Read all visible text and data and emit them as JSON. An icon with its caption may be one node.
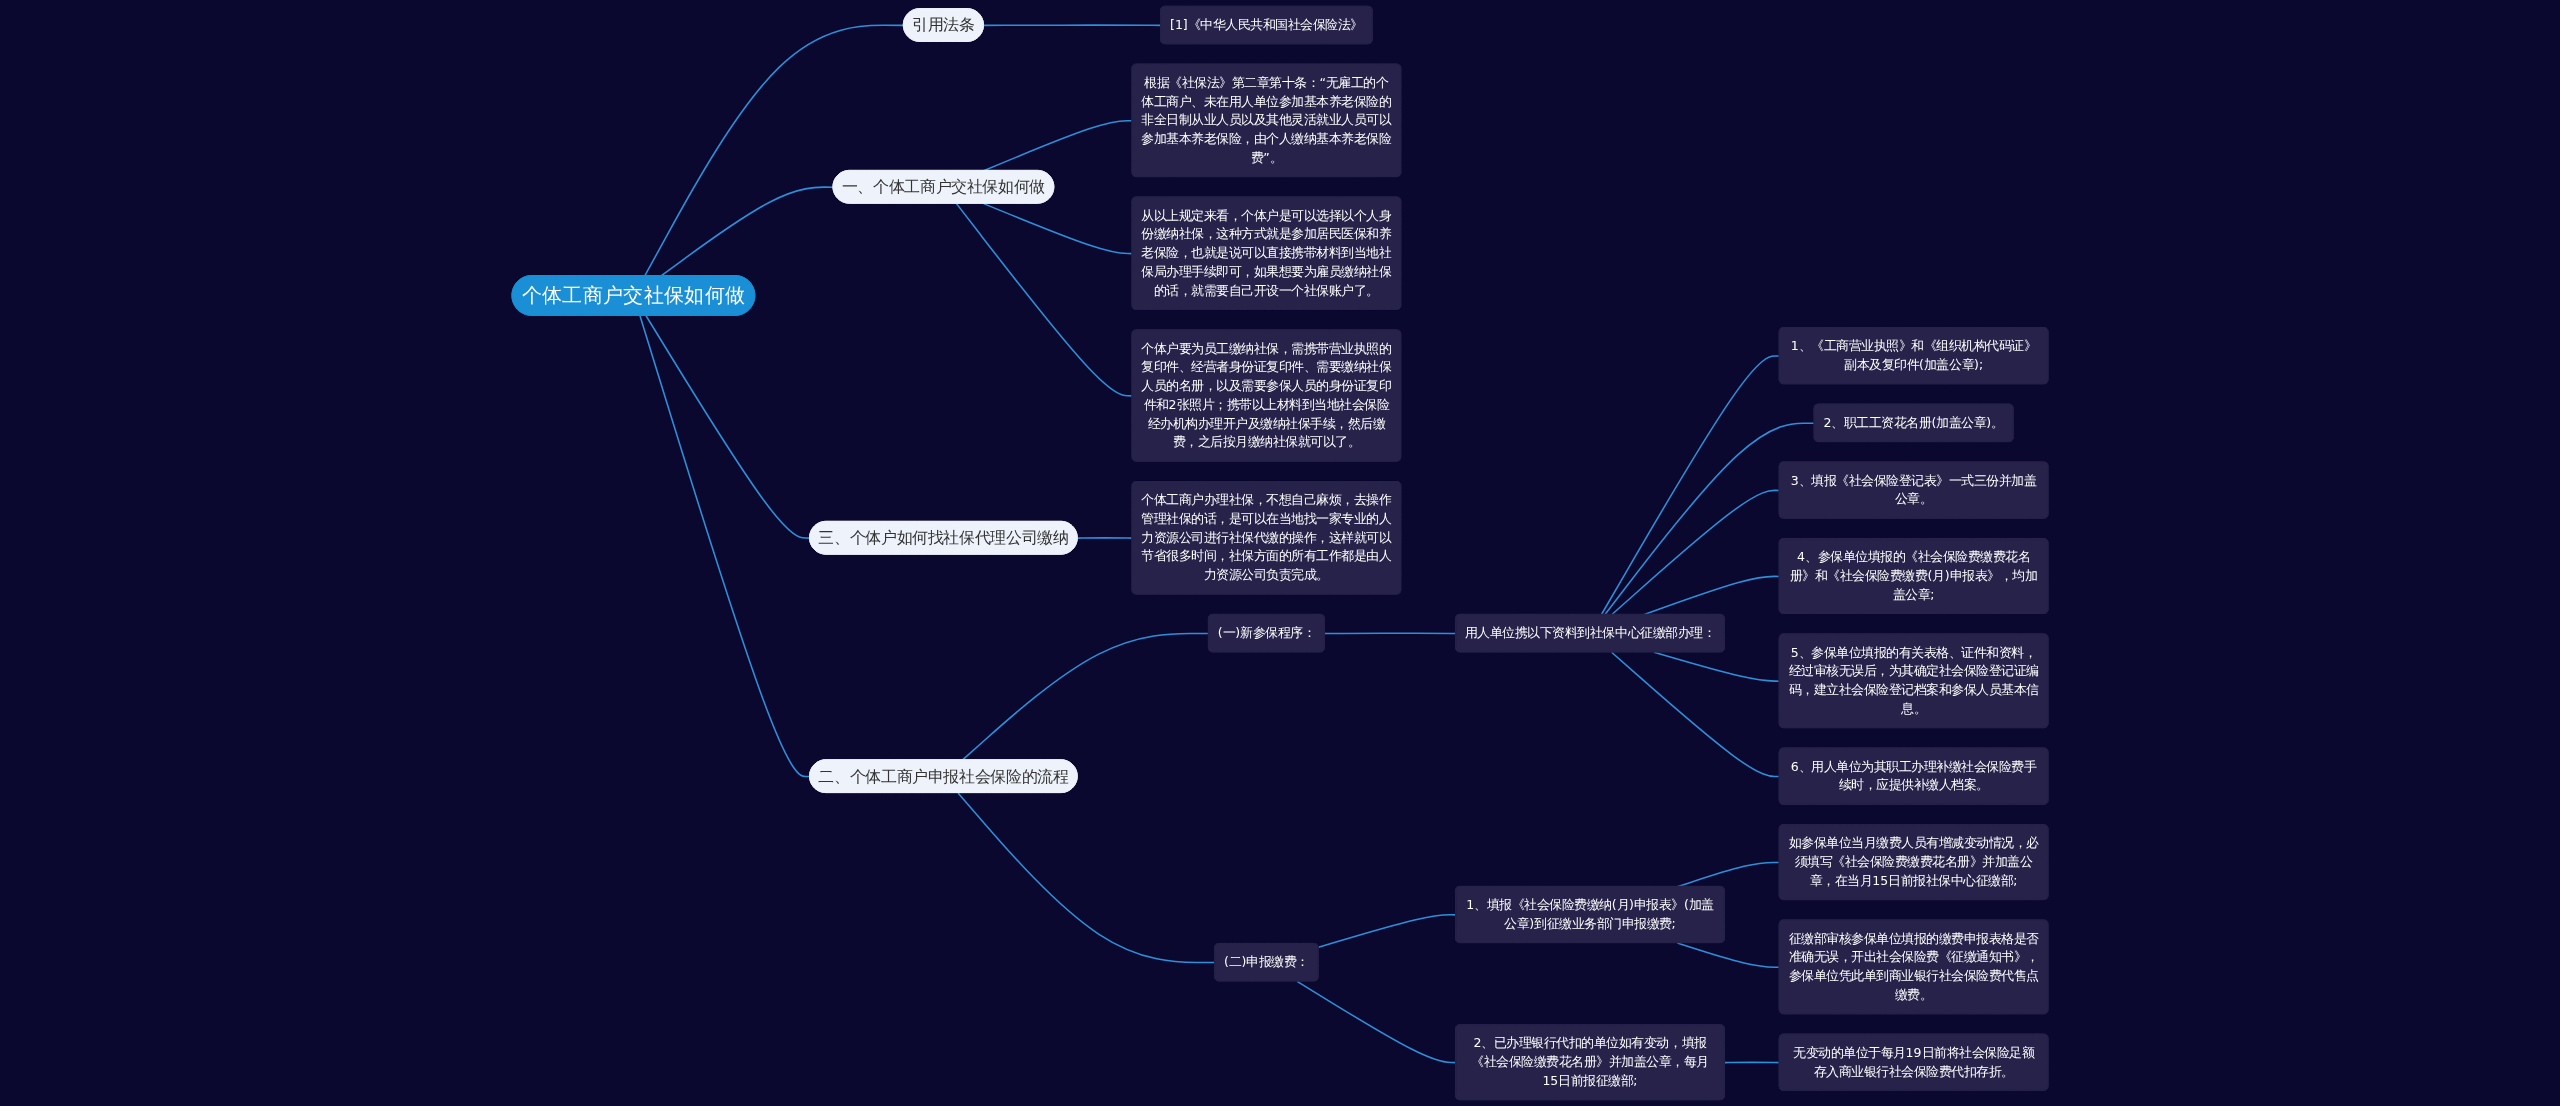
{
  "diagram": {
    "nodes": [
      {
        "text": [
          "个体工商户交社保如何做"
        ]
      },
      {
        "text": [
          "二、个体工商户申报社会保险的流程"
        ]
      },
      {
        "text": [
          "(一)新参保程序："
        ]
      },
      {
        "text": [
          "用人单位携以下资料到社保中心征缴部办理："
        ]
      },
      {
        "text": [
          "1、《工商营业执照》和《组织机构代码证》副本及复印件(加盖公章);"
        ]
      },
      {
        "text": [
          "2、职工工资花名册(加盖公章)。"
        ]
      },
      {
        "text": [
          "3、填报《社会保险登记表》一式三份并加盖公章。"
        ]
      },
      {
        "text": [
          "4、参保单位填报的《社会保险费缴费花名册》和《社会保险费缴费(月)申报表》，均加盖公章;"
        ]
      },
      {
        "text": [
          "5、参保单位填报的有关表格、证件和资料，经过审核无误后，为其确定社会保险登记证编码，建立社会保险登记档案和参保人员基本信息。"
        ]
      },
      {
        "text": [
          "6、用人单位为其职工办理补缴社会保险费手续时，应提供补缴人档案。"
        ]
      },
      {
        "text": [
          "(二)申报缴费："
        ]
      },
      {
        "text": [
          "1、填报《社会保险费缴纳(月)申报表》(加盖公章)到征缴业务部门申报缴费;"
        ]
      },
      {
        "text": [
          "如参保单位当月缴费人员有增减变动情况，必须填写《社会保险费缴费花名册》并加盖公章，在当月15日前报社保中心征缴部;"
        ]
      },
      {
        "text": [
          "征缴部审核参保单位填报的缴费申报表格是否准确无误，开出社会保险费《征缴通知书》，参保单位凭此单到商业银行社会保险费代售点缴费。"
        ]
      },
      {
        "text": [
          "2、已办理银行代扣的单位如有变动，填报《社会保险缴费花名册》并加盖公章，每月15日前报征缴部;"
        ]
      },
      {
        "text": [
          "无变动的单位于每月19日前将社会保险足额存入商业银行社会保险费代扣存折。"
        ]
      },
      {
        "text": [
          "引用法条"
        ]
      },
      {
        "text": [
          "[1]《中华人民共和国社会保险法》"
        ]
      },
      {
        "text": [
          "一、个体工商户交社保如何做"
        ]
      },
      {
        "text": [
          "根据《社保法》第二章第十条：“无雇工的个体工商户、未在用人单位参加基本养老保险的非全日制从业人员以及其他灵活就业人员可以参加基本养老保险，由个人缴纳基本养老保险费”。"
        ]
      },
      {
        "text": [
          "从以上规定来看，个体户是可以选择以个人身份缴纳社保，这种方式就是参加居民医保和养老保险，也就是说可以直接携带材料到当地社保局办理手续即可，如果想要为雇员缴纳社保的话，就需要自己开设一个社保账户了。"
        ]
      },
      {
        "text": [
          "个体户要为员工缴纳社保，需携带营业执照的复印件、经营者身份证复印件、需要缴纳社保人员的名册，以及需要参保人员的身份证复印件和2张照片；携带以上材料到当地社会保险经办机构办理开户及缴纳社保手续，然后缴费，之后按月缴纳社保就可以了。"
        ]
      },
      {
        "text": [
          "三、个体户如何找社保代理公司缴纳"
        ]
      },
      {
        "text": [
          "个体工商户办理社保，不想自己麻烦，去操作管理社保的话，是可以在当地找一家专业的人力资源公司进行社保代缴的操作，这样就可以节省很多时间，社保方面的所有工作都是由人力资源公司负责完成。"
        ]
      }
    ],
    "edges": [
      {
        "from": 0,
        "to": 1,
        "arrow": "none"
      },
      {
        "from": 1,
        "to": 2,
        "arrow": "none"
      },
      {
        "from": 2,
        "to": 3,
        "arrow": "none"
      },
      {
        "from": 3,
        "to": 4,
        "arrow": "none"
      },
      {
        "from": 3,
        "to": 5,
        "arrow": "none"
      },
      {
        "from": 3,
        "to": 6,
        "arrow": "none"
      },
      {
        "from": 3,
        "to": 7,
        "arrow": "none"
      },
      {
        "from": 3,
        "to": 8,
        "arrow": "none"
      },
      {
        "from": 3,
        "to": 9,
        "arrow": "none"
      },
      {
        "from": 1,
        "to": 10,
        "arrow": "none"
      },
      {
        "from": 10,
        "to": 11,
        "arrow": "none"
      },
      {
        "from": 11,
        "to": 12,
        "arrow": "none"
      },
      {
        "from": 11,
        "to": 13,
        "arrow": "none"
      },
      {
        "from": 10,
        "to": 14,
        "arrow": "none"
      },
      {
        "from": 14,
        "to": 15,
        "arrow": "none"
      },
      {
        "from": 0,
        "to": 16,
        "arrow": "none"
      },
      {
        "from": 16,
        "to": 17,
        "arrow": "none"
      },
      {
        "from": 0,
        "to": 18,
        "arrow": "none"
      },
      {
        "from": 18,
        "to": 19,
        "arrow": "none"
      },
      {
        "from": 18,
        "to": 20,
        "arrow": "none"
      },
      {
        "from": 18,
        "to": 21,
        "arrow": "none"
      },
      {
        "from": 0,
        "to": 22,
        "arrow": "none"
      },
      {
        "from": 22,
        "to": 23,
        "arrow": "none"
      }
    ]
  }
}
